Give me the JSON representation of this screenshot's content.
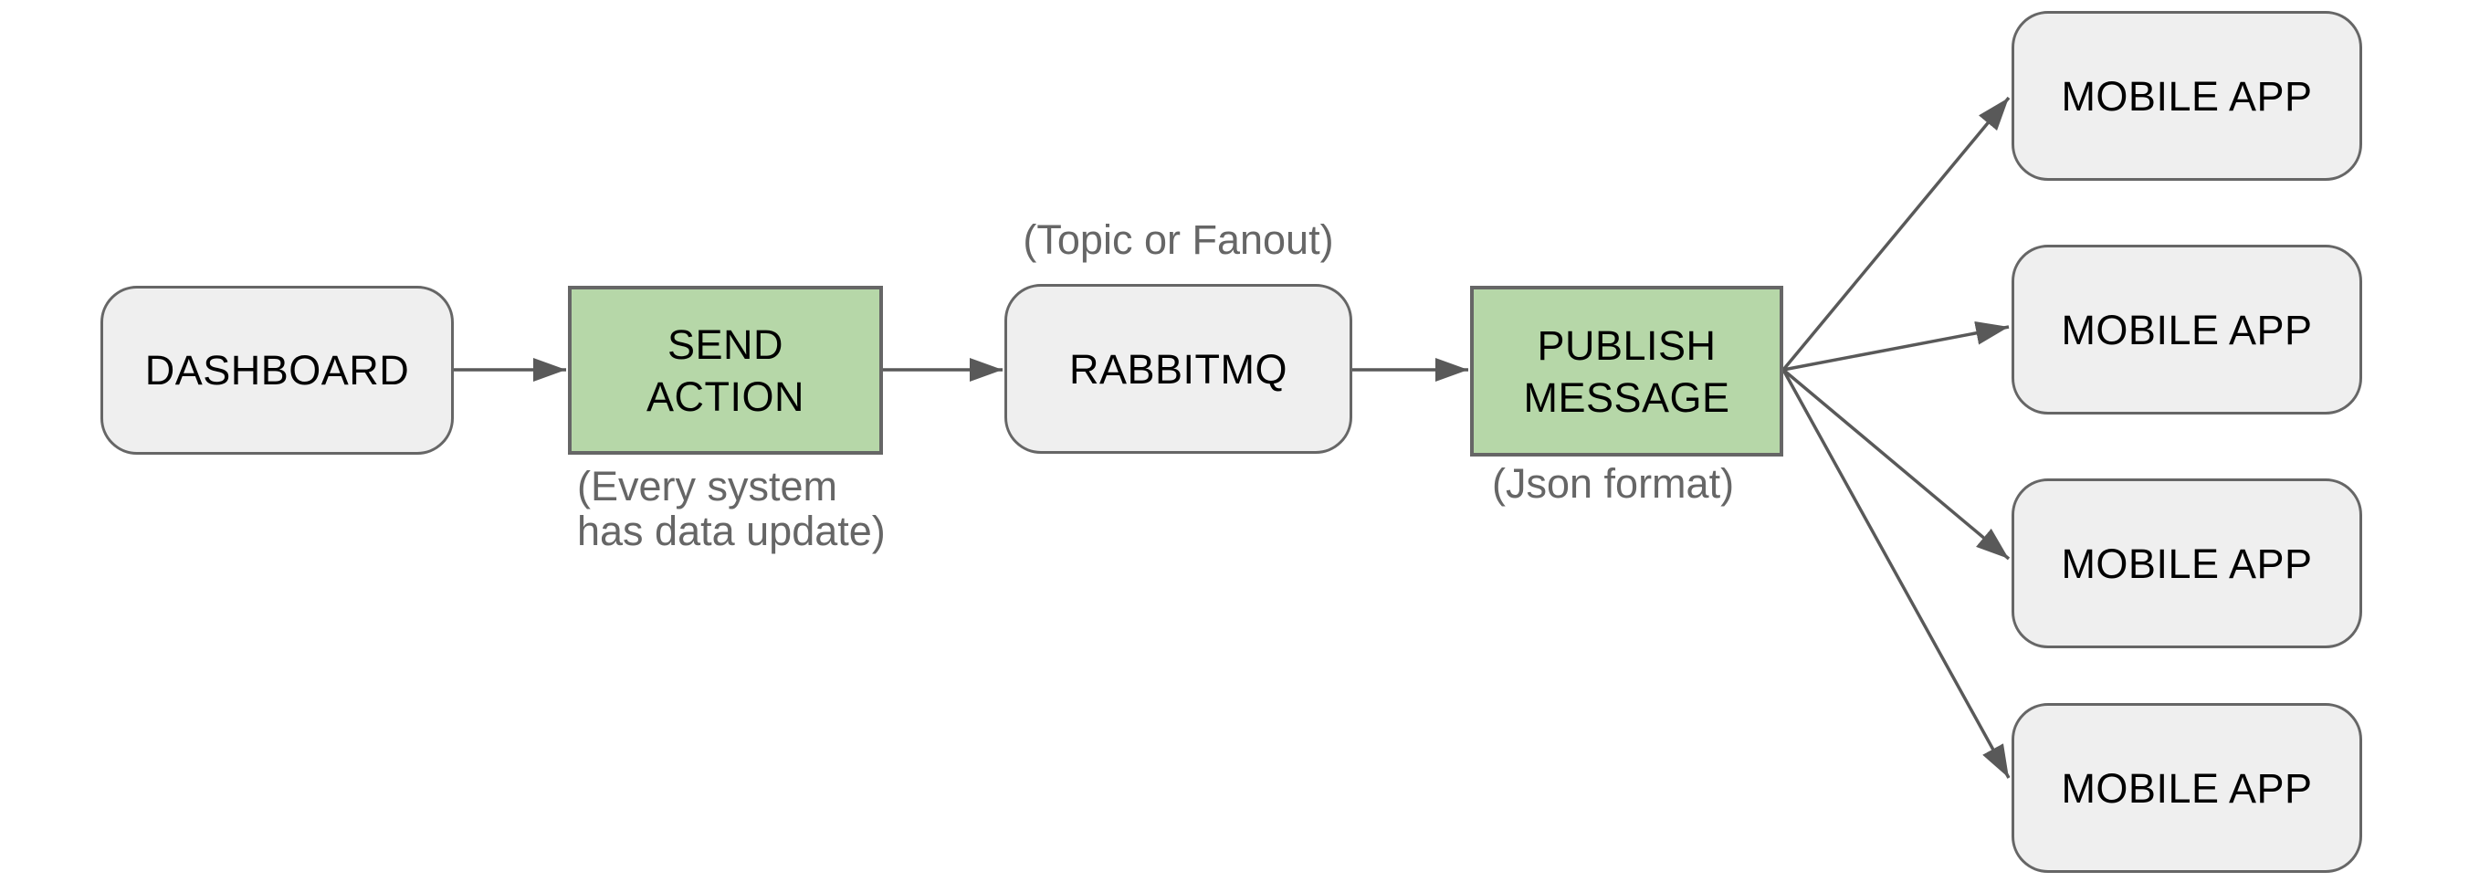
{
  "diagram": {
    "nodes": {
      "dashboard": {
        "label": "DASHBOARD"
      },
      "send_action": {
        "line1": "SEND",
        "line2": "ACTION",
        "caption_line1": "(Every system",
        "caption_line2": "has data update)"
      },
      "rabbitmq": {
        "label": "RABBITMQ",
        "caption": "(Topic or Fanout)"
      },
      "publish_message": {
        "line1": "PUBLISH",
        "line2": "MESSAGE",
        "caption": "(Json format)"
      },
      "mobile_apps": [
        {
          "label": "MOBILE APP"
        },
        {
          "label": "MOBILE APP"
        },
        {
          "label": "MOBILE APP"
        },
        {
          "label": "MOBILE APP"
        }
      ]
    },
    "colors": {
      "background": "#ffffff",
      "node_fill_gray": "#efefef",
      "node_fill_green": "#b6d7a8",
      "node_border": "#666666",
      "connector": "#595959",
      "text_primary": "#000000",
      "text_caption": "#666666"
    }
  }
}
